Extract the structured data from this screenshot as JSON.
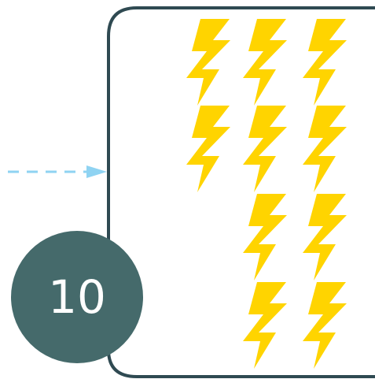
{
  "panel": {
    "border_color": "#2f4a52",
    "background": "#ffffff"
  },
  "arrow": {
    "color": "#8fd3f2",
    "style": "dashed"
  },
  "step_badge": {
    "number": "10",
    "fill": "#456a6b",
    "text_color": "#ffffff"
  },
  "lightning": {
    "icon": "lightning-bolt-icon",
    "color": "#ffd400",
    "total_count": 10,
    "columns": [
      {
        "column": "left",
        "count": 2
      },
      {
        "column": "middle",
        "count": 4
      },
      {
        "column": "right",
        "count": 4
      }
    ]
  }
}
